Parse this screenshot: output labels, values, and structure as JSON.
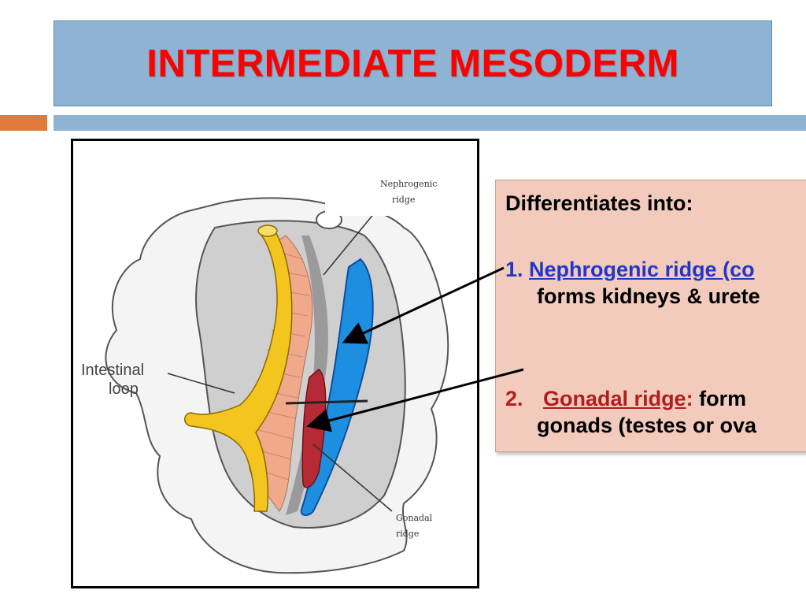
{
  "slide": {
    "title": "INTERMEDIATE MESODERM"
  },
  "figure": {
    "labels": {
      "nephrogenic_1": "Nephrogenic",
      "nephrogenic_2": "ridge",
      "intestinal_1": "Intestinal",
      "intestinal_2": "loop",
      "gonadal_1": "Gonadal",
      "gonadal_2": "ridge"
    }
  },
  "content": {
    "heading": "Differentiates into:",
    "item1_number": "1.",
    "item1_term": "Nephrogenic ridge (co",
    "item1_desc": "forms kidneys & urete",
    "item2_number": "2.",
    "item2_term": "Gonadal ridge",
    "item2_colon": ":",
    "item2_desc_a": " form",
    "item2_desc_b": "gonads (testes or ova"
  },
  "colors": {
    "title_red": "#ff0000",
    "title_bg": "#8fb4d3",
    "accent_orange": "#e07b39",
    "textbox_bg": "#f2cbbd",
    "nephrogenic_blue": "#1f38c8",
    "gonadal_red": "#b21d1d"
  }
}
